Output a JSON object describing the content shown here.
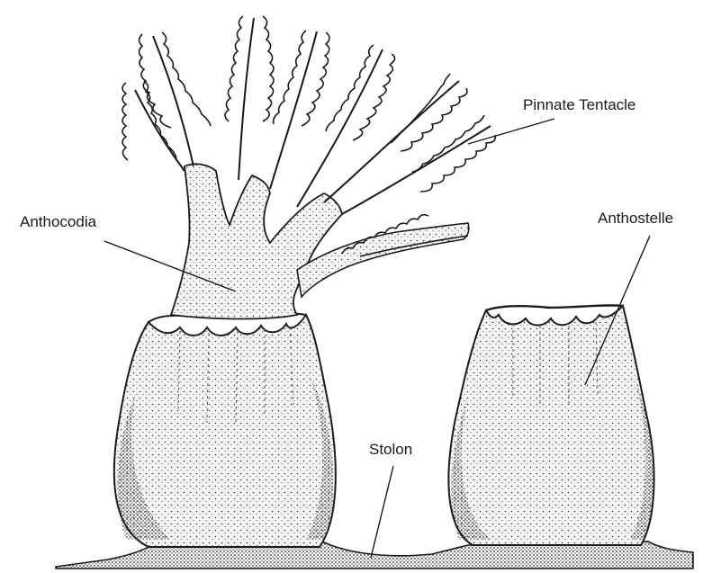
{
  "labels": {
    "pinnate_tentacle": "Pinnate Tentacle",
    "anthocodia": "Anthocodia",
    "anthostelle": "Anthostelle",
    "stolon": "Stolon"
  },
  "colors": {
    "ink": "#1a1a1a",
    "body_fill": "#f2f2f2",
    "background": "#ffffff"
  }
}
